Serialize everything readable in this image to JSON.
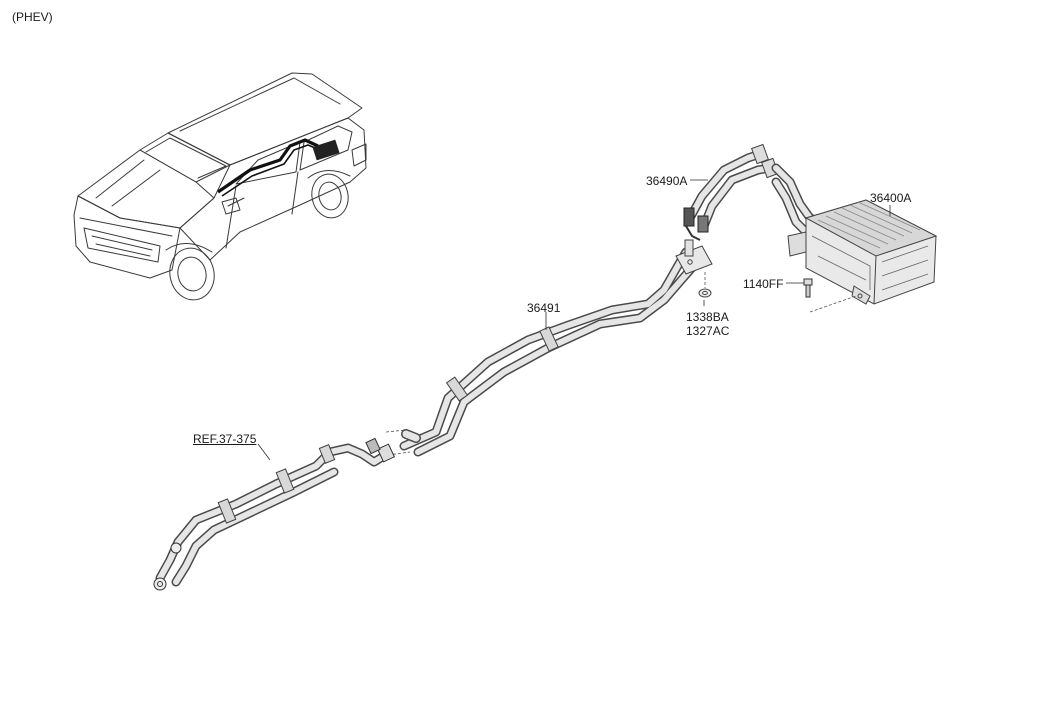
{
  "header": {
    "variant": "(PHEV)"
  },
  "callouts": {
    "charger": "36400A",
    "hose_upper": "36490A",
    "bolt": "1140FF",
    "hose_main": "36491",
    "grommet_1": "1338BA",
    "grommet_2": "1327AC",
    "reference": "REF.37-375"
  }
}
